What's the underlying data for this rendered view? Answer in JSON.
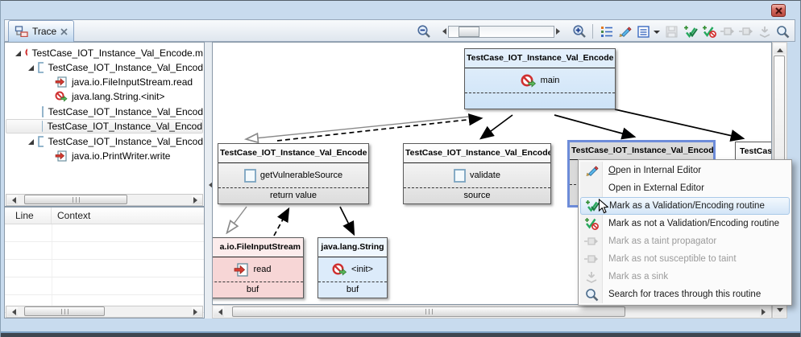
{
  "window": {
    "close_icon": "x"
  },
  "view_tab": {
    "title": "Trace"
  },
  "toolbar": {
    "buttons": [
      {
        "name": "zoom-out-icon",
        "enabled": true
      },
      {
        "name": "zoom-slider",
        "enabled": true
      },
      {
        "name": "zoom-in-icon",
        "enabled": true
      },
      {
        "name": "layout-list-icon",
        "enabled": true
      },
      {
        "name": "edit-pencil-icon",
        "enabled": true
      },
      {
        "name": "view-menu-icon",
        "enabled": true
      },
      {
        "name": "save-trace-icon",
        "enabled": false
      },
      {
        "name": "mark-validation-icon",
        "enabled": true
      },
      {
        "name": "mark-not-validation-icon",
        "enabled": true
      },
      {
        "name": "taint-propagator-icon",
        "enabled": false
      },
      {
        "name": "not-susceptible-icon",
        "enabled": false
      },
      {
        "name": "sink-icon",
        "enabled": false
      },
      {
        "name": "search-icon",
        "enabled": true
      }
    ]
  },
  "tree": {
    "items": [
      {
        "label": "TestCase_IOT_Instance_Val_Encode.m",
        "depth": 0,
        "icon": "no-entry-arrow-icon",
        "expanded": true,
        "selected": false
      },
      {
        "label": "TestCase_IOT_Instance_Val_Encod",
        "depth": 1,
        "icon": "checkbox-icon",
        "expanded": true,
        "selected": false
      },
      {
        "label": "java.io.FileInputStream.read",
        "depth": 2,
        "icon": "read-arrow-icon",
        "expanded": false,
        "selected": false
      },
      {
        "label": "java.lang.String.<init>",
        "depth": 2,
        "icon": "no-entry-arrow-icon",
        "expanded": false,
        "selected": false
      },
      {
        "label": "TestCase_IOT_Instance_Val_Encod",
        "depth": 1,
        "icon": "checkbox-icon",
        "expanded": false,
        "selected": false
      },
      {
        "label": "TestCase_IOT_Instance_Val_Encod",
        "depth": 1,
        "icon": "checkbox-icon",
        "expanded": false,
        "selected": true
      },
      {
        "label": "TestCase_IOT_Instance_Val_Encod",
        "depth": 1,
        "icon": "checkbox-icon",
        "expanded": true,
        "selected": false
      },
      {
        "label": "java.io.PrintWriter.write",
        "depth": 2,
        "icon": "read-arrow-icon",
        "expanded": false,
        "selected": false
      }
    ]
  },
  "details_table": {
    "columns": [
      "Line",
      "Context"
    ]
  },
  "diagram": {
    "nodes": [
      {
        "title": "TestCase_IOT_Instance_Val_Encode",
        "method": "main",
        "port": "",
        "icon": "no-entry-arrow-icon",
        "style": "blue"
      },
      {
        "title": "TestCase_IOT_Instance_Val_Encode",
        "method": "getVulnerableSource",
        "port": "return value",
        "icon": "checkbox-icon",
        "style": "gray"
      },
      {
        "title": "TestCase_IOT_Instance_Val_Encode",
        "method": "validate",
        "port": "source",
        "icon": "checkbox-icon",
        "style": "gray"
      },
      {
        "title": "TestCase_IOT_Instance_Val_Encode",
        "method": "",
        "port": "",
        "icon": "",
        "style": "gray-selected"
      },
      {
        "title": "TestCase_I",
        "method": "",
        "port": "",
        "icon": "",
        "style": "gray"
      },
      {
        "title": "a.io.FileInputStream",
        "method": "read",
        "port": "buf",
        "icon": "read-arrow-icon",
        "style": "pink"
      },
      {
        "title": "java.lang.String",
        "method": "<init>",
        "port": "buf",
        "icon": "no-entry-arrow-icon",
        "style": "light-blue"
      }
    ],
    "edges": [
      {
        "from": "main",
        "to": "getVulnerableSource",
        "style": "gray-open-arrow"
      },
      {
        "from": "getVulnerableSource",
        "to": "main",
        "style": "dashed-black"
      },
      {
        "from": "main",
        "to": "validate",
        "style": "solid-black"
      },
      {
        "from": "main",
        "to": "selected-node",
        "style": "solid-black"
      },
      {
        "from": "main",
        "to": "clipped-right-node",
        "style": "solid-black"
      },
      {
        "from": "getVulnerableSource",
        "to": "read",
        "style": "gray-open-arrow"
      },
      {
        "from": "read",
        "to": "getVulnerableSource",
        "style": "dashed-black"
      },
      {
        "from": "getVulnerableSource",
        "to": "init",
        "style": "solid-black"
      }
    ]
  },
  "context_menu": {
    "items": [
      {
        "label": "Open in Internal Editor",
        "icon": "pencil-icon",
        "enabled": true,
        "highlighted": false
      },
      {
        "label": "Open in External Editor",
        "icon": "",
        "enabled": true,
        "highlighted": false
      },
      {
        "label": "Mark as a Validation/Encoding routine",
        "icon": "check-add-icon",
        "enabled": true,
        "highlighted": true
      },
      {
        "label": "Mark as not a Validation/Encoding routine",
        "icon": "check-remove-icon",
        "enabled": true,
        "highlighted": false
      },
      {
        "label": "Mark as a taint propagator",
        "icon": "taint-propagator-icon",
        "enabled": false,
        "highlighted": false
      },
      {
        "label": "Mark as not susceptible to taint",
        "icon": "not-susceptible-icon",
        "enabled": false,
        "highlighted": false
      },
      {
        "label": "Mark as a sink",
        "icon": "sink-icon",
        "enabled": false,
        "highlighted": false
      },
      {
        "label": "Search for traces through this routine",
        "icon": "search-icon",
        "enabled": true,
        "highlighted": false
      }
    ]
  }
}
